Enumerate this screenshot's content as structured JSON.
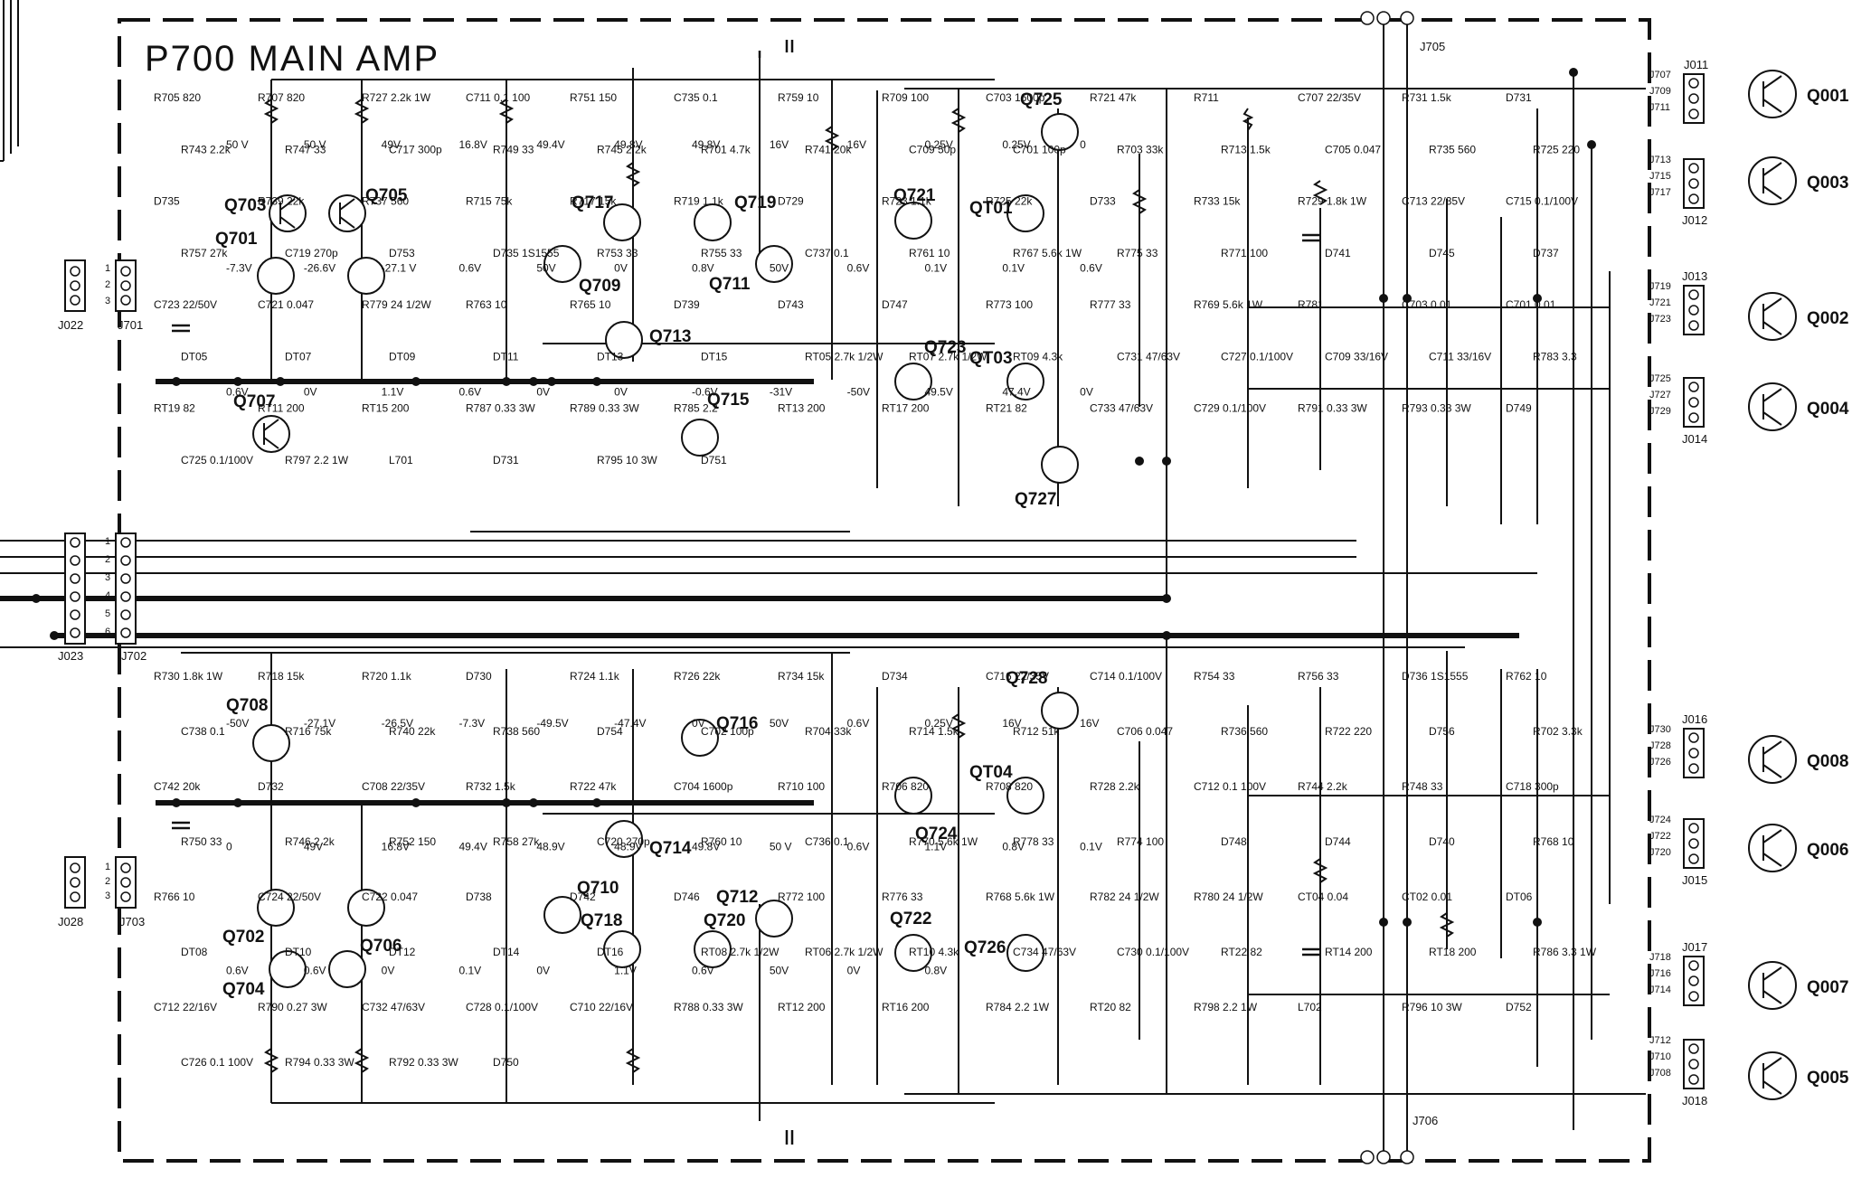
{
  "title": "P700  MAIN AMP",
  "transistors": [
    {
      "id": "q703",
      "label": "Q703"
    },
    {
      "id": "q705",
      "label": "Q705"
    },
    {
      "id": "q701",
      "label": "Q701"
    },
    {
      "id": "q707",
      "label": "Q707"
    },
    {
      "id": "q717",
      "label": "Q717"
    },
    {
      "id": "q719",
      "label": "Q719"
    },
    {
      "id": "q709",
      "label": "Q709"
    },
    {
      "id": "q711",
      "label": "Q711"
    },
    {
      "id": "q713",
      "label": "Q713"
    },
    {
      "id": "q715",
      "label": "Q715"
    },
    {
      "id": "q721",
      "label": "Q721"
    },
    {
      "id": "q723",
      "label": "Q723"
    },
    {
      "id": "q725",
      "label": "Q725"
    },
    {
      "id": "q727",
      "label": "Q727"
    },
    {
      "id": "qt01",
      "label": "QT01"
    },
    {
      "id": "qt03",
      "label": "QT03"
    },
    {
      "id": "q708",
      "label": "Q708"
    },
    {
      "id": "q716",
      "label": "Q716"
    },
    {
      "id": "q714",
      "label": "Q714"
    },
    {
      "id": "q702",
      "label": "Q702"
    },
    {
      "id": "q706",
      "label": "Q706"
    },
    {
      "id": "q704",
      "label": "Q704"
    },
    {
      "id": "q710",
      "label": "Q710"
    },
    {
      "id": "q718",
      "label": "Q718"
    },
    {
      "id": "q720",
      "label": "Q720"
    },
    {
      "id": "q712",
      "label": "Q712"
    },
    {
      "id": "q728",
      "label": "Q728"
    },
    {
      "id": "q724",
      "label": "Q724"
    },
    {
      "id": "q722",
      "label": "Q722"
    },
    {
      "id": "q726",
      "label": "Q726"
    },
    {
      "id": "qt04",
      "label": "QT04"
    }
  ],
  "output_transistors": [
    "Q001",
    "Q003",
    "Q002",
    "Q004",
    "Q008",
    "Q006",
    "Q007",
    "Q005"
  ],
  "connectors": [
    {
      "id": "j022",
      "label": "J022",
      "pins": [
        "1",
        "2",
        "3"
      ]
    },
    {
      "id": "j701",
      "label": "J701",
      "pins": [
        "1",
        "2",
        "3"
      ]
    },
    {
      "id": "j023",
      "label": "J023",
      "pins": [
        "1",
        "2",
        "3",
        "4",
        "5",
        "6"
      ]
    },
    {
      "id": "j702",
      "label": "J702",
      "pins": [
        "1",
        "2",
        "3",
        "4",
        "5",
        "6"
      ]
    },
    {
      "id": "j028",
      "label": "J028",
      "pins": [
        "1",
        "2",
        "3"
      ]
    },
    {
      "id": "j703",
      "label": "J703",
      "pins": [
        "1",
        "2",
        "3"
      ]
    },
    {
      "id": "j705",
      "label": "J705"
    },
    {
      "id": "j706",
      "label": "J706"
    },
    {
      "id": "j011",
      "label": "J011",
      "pins": [
        "J707",
        "J709",
        "J711"
      ]
    },
    {
      "id": "j012",
      "label": "J012",
      "pins": [
        "J713",
        "J715",
        "J717"
      ]
    },
    {
      "id": "j013",
      "label": "J013",
      "pins": [
        "J719",
        "J721",
        "J723"
      ]
    },
    {
      "id": "j014",
      "label": "J014",
      "pins": [
        "J725",
        "J727",
        "J729"
      ]
    },
    {
      "id": "j016",
      "label": "J016",
      "pins": [
        "J730",
        "J728",
        "J726"
      ]
    },
    {
      "id": "j015",
      "label": "J015",
      "pins": [
        "J724",
        "J722",
        "J720"
      ]
    },
    {
      "id": "j017",
      "label": "J017",
      "pins": [
        "J718",
        "J716",
        "J714"
      ]
    },
    {
      "id": "j018",
      "label": "J018",
      "pins": [
        "J712",
        "J710",
        "J708"
      ]
    }
  ],
  "components": {
    "top": [
      [
        "R705",
        "820"
      ],
      [
        "R707",
        "820"
      ],
      [
        "R727",
        "2.2k",
        "1W"
      ],
      [
        "C711",
        "0.1",
        "100"
      ],
      [
        "R751",
        "150"
      ],
      [
        "C735",
        "0.1"
      ],
      [
        "R759",
        "10"
      ],
      [
        "R709",
        "100"
      ],
      [
        "C703",
        "1600p"
      ],
      [
        "R721",
        "47k"
      ],
      [
        "R711",
        ""
      ],
      [
        "C707",
        "22/35V"
      ],
      [
        "R731",
        "1.5k"
      ],
      [
        "D731",
        ""
      ],
      [
        "R743",
        "2.2k"
      ],
      [
        "R747",
        "33"
      ],
      [
        "C717",
        "300p"
      ],
      [
        "R749",
        "33"
      ],
      [
        "R745",
        "2.2k"
      ],
      [
        "R701",
        "4.7k"
      ],
      [
        "R741",
        "20k"
      ],
      [
        "C709",
        "50p"
      ],
      [
        "C701",
        "100p"
      ],
      [
        "R703",
        "33k"
      ],
      [
        "R713",
        "1.5k"
      ],
      [
        "C705",
        "0.047"
      ],
      [
        "R735",
        "560"
      ],
      [
        "R725",
        "220"
      ],
      [
        "D735",
        ""
      ],
      [
        "R739",
        "22k"
      ],
      [
        "R737",
        "560"
      ],
      [
        "R715",
        "75k"
      ],
      [
        "R717",
        "15k"
      ],
      [
        "R719",
        "1.1k"
      ],
      [
        "D729",
        ""
      ],
      [
        "R723",
        "1.1k"
      ],
      [
        "R725",
        "22k"
      ],
      [
        "D733",
        ""
      ],
      [
        "R733",
        "15k"
      ],
      [
        "R729",
        "1.8k",
        "1W"
      ],
      [
        "C713",
        "22/35V"
      ],
      [
        "C715",
        "0.1/100V"
      ],
      [
        "R757",
        "27k"
      ],
      [
        "C719",
        "270p"
      ],
      [
        "D753",
        ""
      ],
      [
        "D735",
        "1S1555"
      ],
      [
        "R753",
        "33"
      ],
      [
        "R755",
        "33"
      ],
      [
        "C737",
        "0.1"
      ],
      [
        "R761",
        "10"
      ],
      [
        "R767",
        "5.6k",
        "1W"
      ],
      [
        "R775",
        "33"
      ],
      [
        "R771",
        "100"
      ],
      [
        "D741",
        ""
      ],
      [
        "D745",
        ""
      ],
      [
        "D737",
        ""
      ],
      [
        "C723",
        "22/50V"
      ],
      [
        "C721",
        "0.047"
      ],
      [
        "R779",
        "24",
        "1/2W"
      ],
      [
        "R763",
        "10"
      ],
      [
        "R765",
        "10"
      ],
      [
        "D739",
        ""
      ],
      [
        "D743",
        ""
      ],
      [
        "D747",
        ""
      ],
      [
        "R773",
        "100"
      ],
      [
        "R777",
        "33"
      ],
      [
        "R769",
        "5.6k",
        "1W"
      ],
      [
        "R781",
        ""
      ],
      [
        "C703",
        "0.01"
      ],
      [
        "C701",
        "0.01"
      ],
      [
        "DT05",
        ""
      ],
      [
        "DT07",
        ""
      ],
      [
        "DT09",
        ""
      ],
      [
        "DT11",
        ""
      ],
      [
        "DT13",
        ""
      ],
      [
        "DT15",
        ""
      ],
      [
        "RT05",
        "2.7k",
        "1/2W"
      ],
      [
        "RT07",
        "2.7k",
        "1/2W"
      ],
      [
        "RT09",
        "4.3k"
      ],
      [
        "C731",
        "47/63V"
      ],
      [
        "C727",
        "0.1/100V"
      ],
      [
        "C709",
        "33/16V"
      ],
      [
        "C711",
        "33/16V"
      ],
      [
        "R783",
        "3.3"
      ],
      [
        "RT19",
        "82"
      ],
      [
        "RT11",
        "200"
      ],
      [
        "RT15",
        "200"
      ],
      [
        "R787",
        "0.33",
        "3W"
      ],
      [
        "R789",
        "0.33",
        "3W"
      ],
      [
        "R785",
        "2.2"
      ],
      [
        "RT13",
        "200"
      ],
      [
        "RT17",
        "200"
      ],
      [
        "RT21",
        "82"
      ],
      [
        "C733",
        "47/63V"
      ],
      [
        "C729",
        "0.1/100V"
      ],
      [
        "R791",
        "0.33",
        "3W"
      ],
      [
        "R793",
        "0.33",
        "3W"
      ],
      [
        "D749",
        ""
      ],
      [
        "C725",
        "0.1/100V"
      ],
      [
        "R797",
        "2.2",
        "1W"
      ],
      [
        "L701",
        ""
      ],
      [
        "D731",
        ""
      ],
      [
        "R795",
        "10",
        "3W"
      ],
      [
        "D751",
        ""
      ]
    ],
    "bottom": [
      [
        "R730",
        "1.8k",
        "1W"
      ],
      [
        "R718",
        "15k"
      ],
      [
        "R720",
        "1.1k"
      ],
      [
        "D730",
        ""
      ],
      [
        "R724",
        "1.1k"
      ],
      [
        "R726",
        "22k"
      ],
      [
        "R734",
        "15k"
      ],
      [
        "D734",
        ""
      ],
      [
        "C716",
        "22/35V"
      ],
      [
        "C714",
        "0.1/100V"
      ],
      [
        "R754",
        "33"
      ],
      [
        "R756",
        "33"
      ],
      [
        "D736",
        "1S1555"
      ],
      [
        "R762",
        "10"
      ],
      [
        "C738",
        "0.1"
      ],
      [
        "R716",
        "75k"
      ],
      [
        "R740",
        "22k"
      ],
      [
        "R738",
        "560"
      ],
      [
        "D754",
        ""
      ],
      [
        "C702",
        "100p"
      ],
      [
        "R704",
        "33k"
      ],
      [
        "R714",
        "1.5k"
      ],
      [
        "R712",
        "51k"
      ],
      [
        "C706",
        "0.047"
      ],
      [
        "R736",
        "560"
      ],
      [
        "R722",
        "220"
      ],
      [
        "D756",
        ""
      ],
      [
        "R702",
        "3.3k"
      ],
      [
        "C742",
        "20k"
      ],
      [
        "D732",
        ""
      ],
      [
        "C708",
        "22/35V"
      ],
      [
        "R732",
        "1.5k"
      ],
      [
        "R722",
        "47k"
      ],
      [
        "C704",
        "1600p"
      ],
      [
        "R710",
        "100"
      ],
      [
        "R706",
        "820"
      ],
      [
        "R708",
        "820"
      ],
      [
        "R728",
        "2.2k"
      ],
      [
        "C712",
        "0.1",
        "100V"
      ],
      [
        "R744",
        "2.2k"
      ],
      [
        "R748",
        "33"
      ],
      [
        "C718",
        "300p"
      ],
      [
        "R750",
        "33"
      ],
      [
        "R746",
        "2.2k"
      ],
      [
        "R752",
        "150"
      ],
      [
        "R758",
        "27k"
      ],
      [
        "C720",
        "270p"
      ],
      [
        "R760",
        "10"
      ],
      [
        "C736",
        "0.1"
      ],
      [
        "R770",
        "5.6k",
        "1W"
      ],
      [
        "R778",
        "33"
      ],
      [
        "R774",
        "100"
      ],
      [
        "D748",
        ""
      ],
      [
        "D744",
        ""
      ],
      [
        "D740",
        ""
      ],
      [
        "R768",
        "10"
      ],
      [
        "R766",
        "10"
      ],
      [
        "C724",
        "22/50V"
      ],
      [
        "C722",
        "0.047"
      ],
      [
        "D738",
        ""
      ],
      [
        "D742",
        ""
      ],
      [
        "D746",
        ""
      ],
      [
        "R772",
        "100"
      ],
      [
        "R776",
        "33"
      ],
      [
        "R768",
        "5.6k",
        "1W"
      ],
      [
        "R782",
        "24",
        "1/2W"
      ],
      [
        "R780",
        "24",
        "1/2W"
      ],
      [
        "CT04",
        "0.04"
      ],
      [
        "CT02",
        "0.01"
      ],
      [
        "DT06",
        ""
      ],
      [
        "DT08",
        ""
      ],
      [
        "DT10",
        ""
      ],
      [
        "DT12",
        ""
      ],
      [
        "DT14",
        ""
      ],
      [
        "DT16",
        ""
      ],
      [
        "RT08",
        "2.7k",
        "1/2W"
      ],
      [
        "RT06",
        "2.7k",
        "1/2W"
      ],
      [
        "RT10",
        "4.3k"
      ],
      [
        "C734",
        "47/63V"
      ],
      [
        "C730",
        "0.1/100V"
      ],
      [
        "RT22",
        "82"
      ],
      [
        "RT14",
        "200"
      ],
      [
        "RT18",
        "200"
      ],
      [
        "R786",
        "3.3",
        "1W"
      ],
      [
        "C712",
        "22/16V"
      ],
      [
        "R790",
        "0.27",
        "3W"
      ],
      [
        "C732",
        "47/63V"
      ],
      [
        "C728",
        "0.1/100V"
      ],
      [
        "C710",
        "22/16V"
      ],
      [
        "R788",
        "0.33",
        "3W"
      ],
      [
        "RT12",
        "200"
      ],
      [
        "RT16",
        "200"
      ],
      [
        "R784",
        "2.2",
        "1W"
      ],
      [
        "RT20",
        "82"
      ],
      [
        "R798",
        "2.2",
        "1W"
      ],
      [
        "L702",
        ""
      ],
      [
        "R796",
        "10",
        "3W"
      ],
      [
        "D752",
        ""
      ],
      [
        "C726",
        "0.1",
        "100V"
      ],
      [
        "R794",
        "0.33",
        "3W"
      ],
      [
        "R792",
        "0.33",
        "3W"
      ],
      [
        "D750",
        ""
      ]
    ]
  },
  "voltages": {
    "top": [
      "50 V",
      "50 V",
      "49V",
      "16.8V",
      "49.4V",
      "49.8V",
      "49.8V",
      "16V",
      "16V",
      "0.25V",
      "0.25V",
      "0",
      "-7.3V",
      "-26.6V",
      "-27.1 V",
      "0.6V",
      "50V",
      "0V",
      "0.8V",
      "50V",
      "0.6V",
      "0.1V",
      "0.1V",
      "0.6V",
      "0.6V",
      "0V",
      "1.1V",
      "0.6V",
      "0V",
      "0V",
      "-0.6V",
      "-31V",
      "-50V",
      "49.5V",
      "47.4V",
      "0V"
    ],
    "bottom": [
      "-50V",
      "-27.1V",
      "-26.5V",
      "-7.3V",
      "-49.5V",
      "-47.4V",
      "0V",
      "50V",
      "0.6V",
      "0.25V",
      "16V",
      "16V",
      "0",
      "49V",
      "16.8V",
      "49.4V",
      "48.9V",
      "48.9V",
      "49.8V",
      "50 V",
      "0.6V",
      "1.1V",
      "0.8V",
      "0.1V",
      "0.6V",
      "0.6V",
      "0V",
      "0.1V",
      "0V",
      "1.1V",
      "0.6V",
      "50V",
      "0V",
      "0.8V"
    ]
  }
}
